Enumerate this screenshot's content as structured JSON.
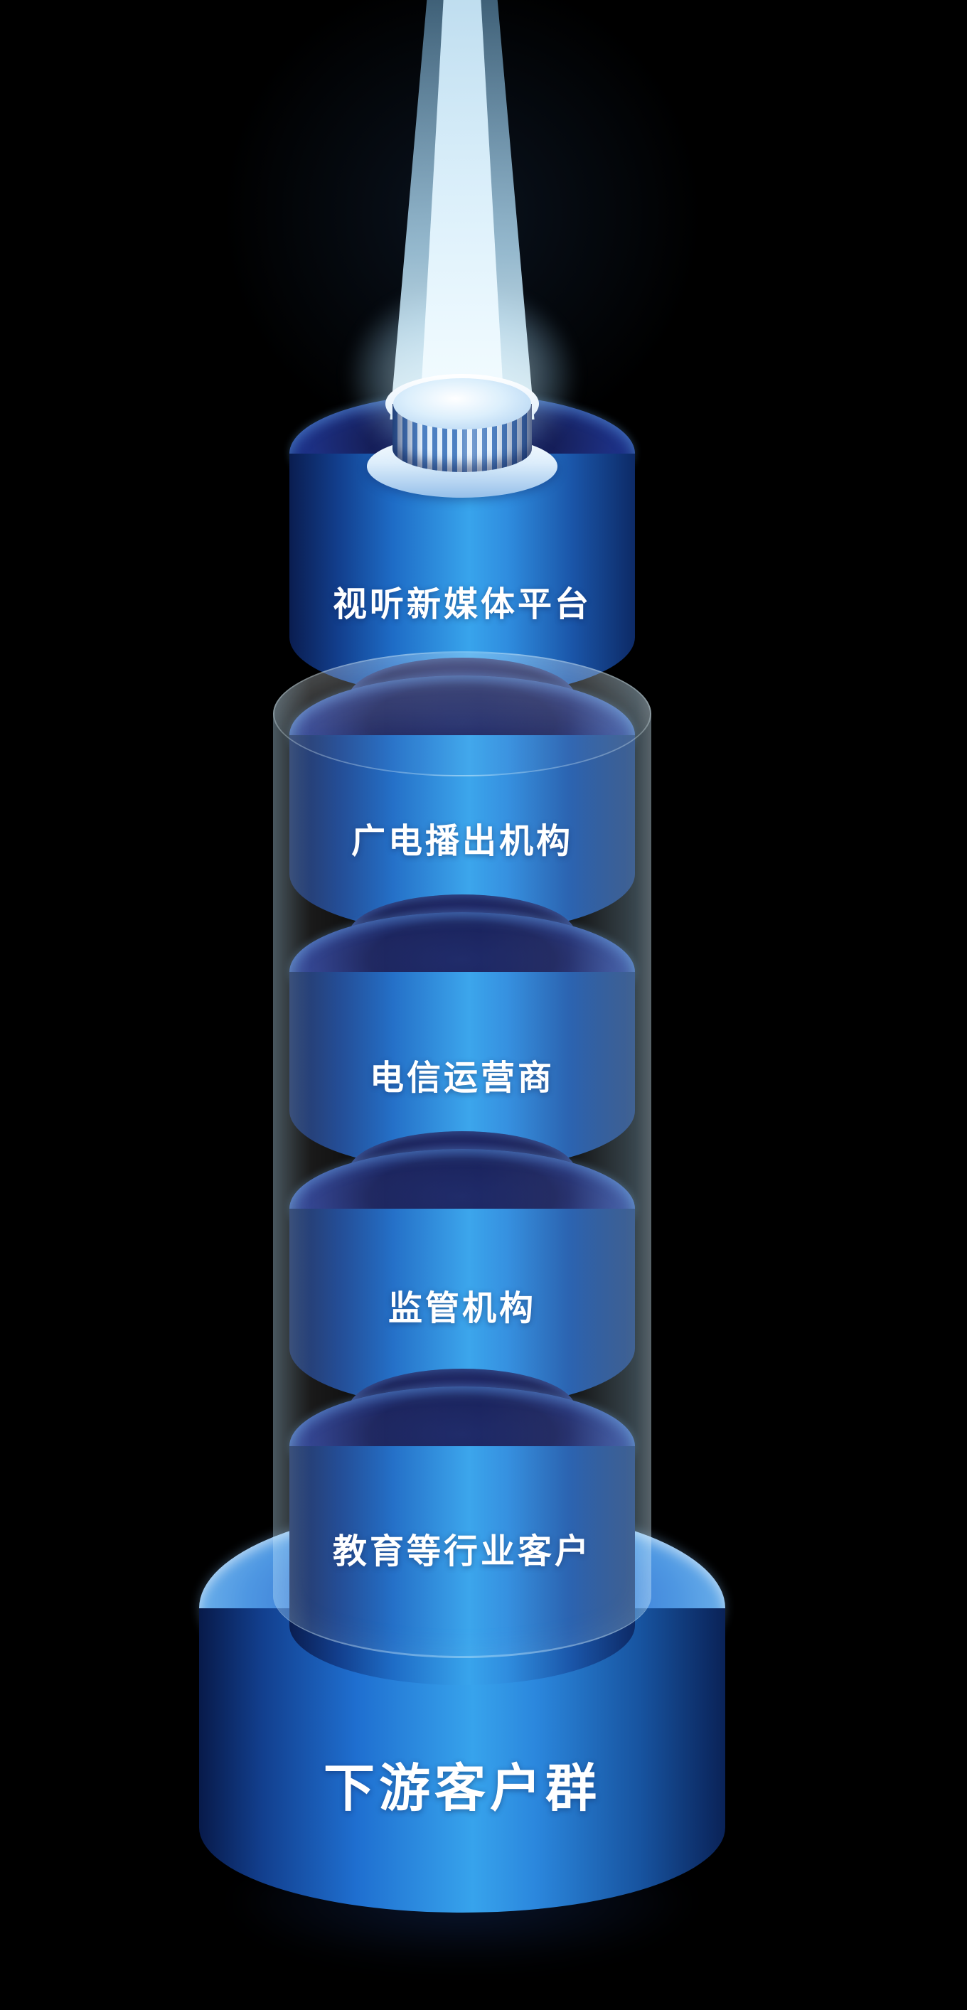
{
  "diagram": {
    "title_hint": "stacked cylinder tower infographic",
    "segments": [
      {
        "label": "视听新媒体平台"
      },
      {
        "label": "广电播出机构"
      },
      {
        "label": "电信运营商"
      },
      {
        "label": "监管机构"
      },
      {
        "label": "教育等行业客户"
      }
    ],
    "base": {
      "label": "下游客户群"
    }
  },
  "colors": {
    "background": "#000000",
    "cylinder_highlight": "#38a4ec",
    "cylinder_shadow": "#0a1d50",
    "top_face_dark": "#161f5a",
    "beam_light": "#f4fcff",
    "base_top_rim": "#e8f6ff",
    "text": "#ffffff"
  }
}
